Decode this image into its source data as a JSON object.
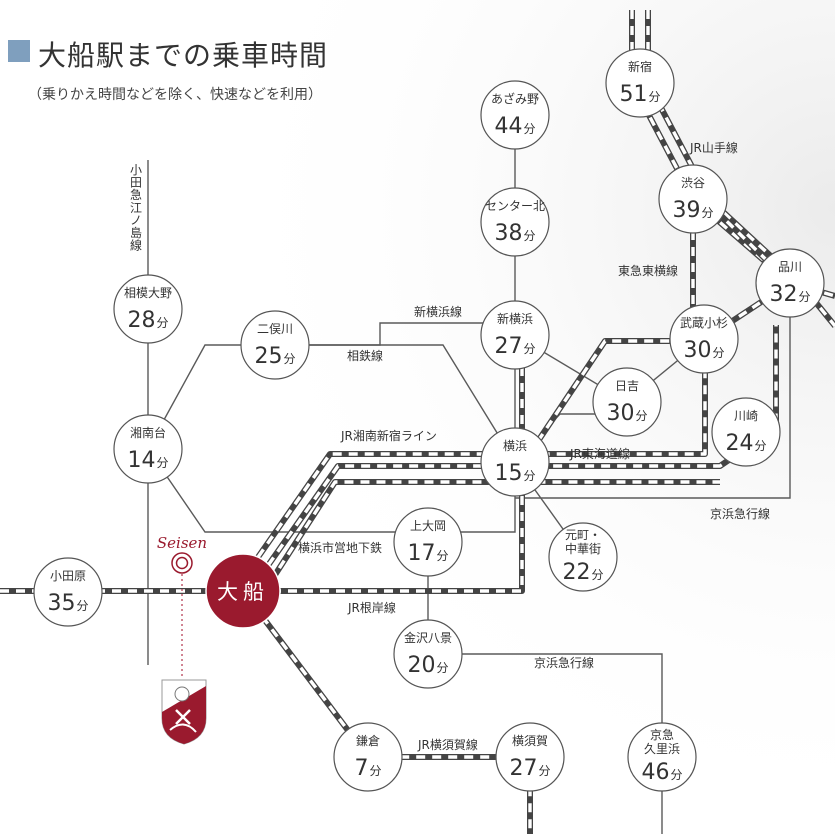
{
  "title": "大船駅までの乗車時間",
  "subtitle": "（乗りかえ時間などを除く、快速などを利用）",
  "brand": {
    "logo_text": "Seisen",
    "color": "#9a1a2e"
  },
  "colors": {
    "title_square": "#7f9fbe",
    "accent": "#9a1a2e",
    "line": "#555555"
  },
  "hub": {
    "name": "大船"
  },
  "unit": "分",
  "stations": [
    {
      "id": "shinjuku",
      "name": [
        "新宿"
      ],
      "min": "51"
    },
    {
      "id": "azamino",
      "name": [
        "あざみ野"
      ],
      "min": "44"
    },
    {
      "id": "center-kita",
      "name": [
        "センター北"
      ],
      "min": "38"
    },
    {
      "id": "shibuya",
      "name": [
        "渋谷"
      ],
      "min": "39"
    },
    {
      "id": "shinagawa",
      "name": [
        "品川"
      ],
      "min": "32"
    },
    {
      "id": "sagami-ono",
      "name": [
        "相模大野"
      ],
      "min": "28"
    },
    {
      "id": "futamatagawa",
      "name": [
        "二俣川"
      ],
      "min": "25"
    },
    {
      "id": "shin-yokohama",
      "name": [
        "新横浜"
      ],
      "min": "27"
    },
    {
      "id": "musashi-kosugi",
      "name": [
        "武蔵小杉"
      ],
      "min": "30"
    },
    {
      "id": "hiyoshi",
      "name": [
        "日吉"
      ],
      "min": "30"
    },
    {
      "id": "kawasaki",
      "name": [
        "川崎"
      ],
      "min": "24"
    },
    {
      "id": "shonandai",
      "name": [
        "湘南台"
      ],
      "min": "14"
    },
    {
      "id": "yokohama",
      "name": [
        "横浜"
      ],
      "min": "15"
    },
    {
      "id": "kamiooka",
      "name": [
        "上大岡"
      ],
      "min": "17"
    },
    {
      "id": "motomachi",
      "name": [
        "元町・",
        "中華街"
      ],
      "min": "22"
    },
    {
      "id": "odawara",
      "name": [
        "小田原"
      ],
      "min": "35"
    },
    {
      "id": "kanazawa-hakkei",
      "name": [
        "金沢八景"
      ],
      "min": "20"
    },
    {
      "id": "kamakura",
      "name": [
        "鎌倉"
      ],
      "min": "7"
    },
    {
      "id": "yokosuka",
      "name": [
        "横須賀"
      ],
      "min": "27"
    },
    {
      "id": "keikyu-kurihama",
      "name": [
        "京急",
        "久里浜"
      ],
      "min": "46"
    }
  ],
  "lines": [
    {
      "id": "odakyu-enoshima",
      "label": "小田急江ノ島線"
    },
    {
      "id": "jr-yamanote",
      "label": "JR山手線"
    },
    {
      "id": "tokyu-toyoko",
      "label": "東急東横線"
    },
    {
      "id": "shin-yokohama-line",
      "label": "新横浜線"
    },
    {
      "id": "sotetsu",
      "label": "相鉄線"
    },
    {
      "id": "jr-shonan-shinjuku",
      "label": "JR湘南新宿ライン"
    },
    {
      "id": "jr-tokaido",
      "label": "JR東海道線"
    },
    {
      "id": "keikyu-main",
      "label": "京浜急行線"
    },
    {
      "id": "subway-blue",
      "label": "横浜市営地下鉄"
    },
    {
      "id": "jr-negishi",
      "label": "JR根岸線"
    },
    {
      "id": "keikyu-kurihama",
      "label": "京浜急行線"
    },
    {
      "id": "jr-yokosuka",
      "label": "JR横須賀線"
    }
  ]
}
